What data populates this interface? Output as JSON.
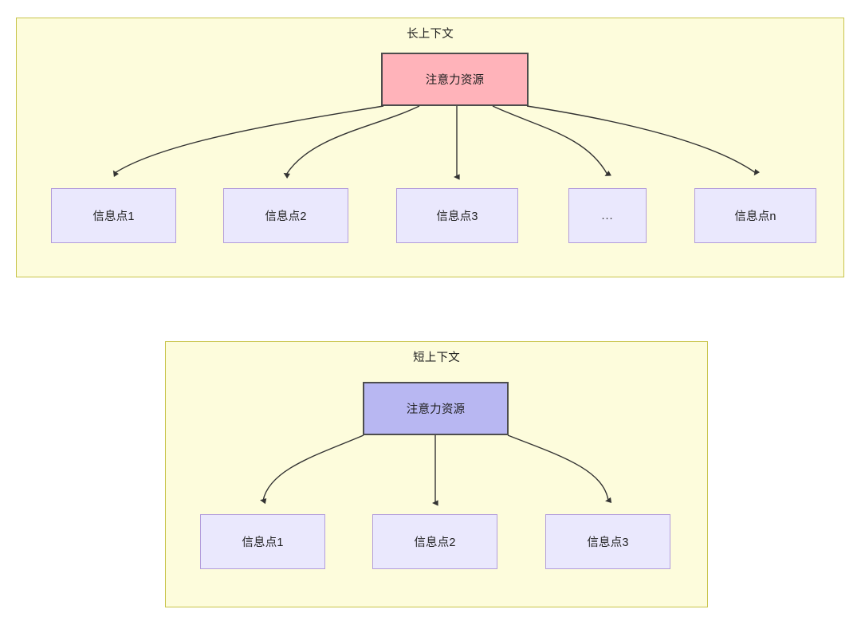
{
  "diagram": {
    "type": "node-link",
    "background": "#ffffff",
    "colors": {
      "group_fill": "#fdfcdc",
      "group_border": "#c8c44a",
      "attention_long_fill": "#ffb3ba",
      "attention_short_fill": "#b8b7f2",
      "attention_border": "#4d4d4d",
      "info_fill": "#eae8fd",
      "info_border": "#b39ddb",
      "edge": "#333333",
      "text": "#1f1f1f"
    },
    "groups": [
      {
        "id": "long",
        "title": "长上下文",
        "root": {
          "label": "注意力资源"
        },
        "children": [
          {
            "label": "信息点1"
          },
          {
            "label": "信息点2"
          },
          {
            "label": "信息点3"
          },
          {
            "label": "..."
          },
          {
            "label": "信息点n"
          }
        ]
      },
      {
        "id": "short",
        "title": "短上下文",
        "root": {
          "label": "注意力资源"
        },
        "children": [
          {
            "label": "信息点1"
          },
          {
            "label": "信息点2"
          },
          {
            "label": "信息点3"
          }
        ]
      }
    ]
  }
}
